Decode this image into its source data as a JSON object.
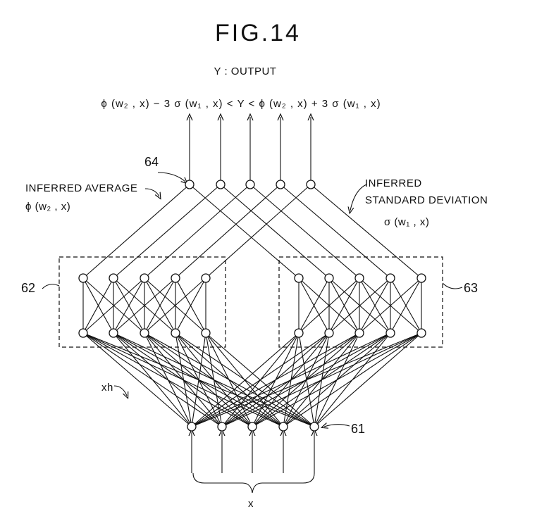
{
  "figure_title": "FIG.14",
  "output_label": "Y : OUTPUT",
  "output_formula": "ϕ (w₂ , x) − 3 σ (w₁ , x) < Y < ϕ (w₂ , x) + 3 σ (w₁ , x)",
  "left_output": {
    "label": "INFERRED AVERAGE",
    "formula": "ϕ (w₂ , x)"
  },
  "right_output": {
    "label_line1": "INFERRED",
    "label_line2": "STANDARD DEVIATION",
    "formula": "σ (w₁ , x)"
  },
  "refs": {
    "output_layer": "64",
    "left_block": "62",
    "right_block": "63",
    "input_layer": "61"
  },
  "weight_label": "xh",
  "input_label": "x",
  "network": {
    "input_nodes": 5,
    "output_nodes": 5,
    "left_block_nodes_per_row": 5,
    "right_block_nodes_per_row": 5,
    "input_arrows": 5,
    "output_arrows": 5
  },
  "colors": {
    "ink": "#111111",
    "background": "#ffffff"
  }
}
